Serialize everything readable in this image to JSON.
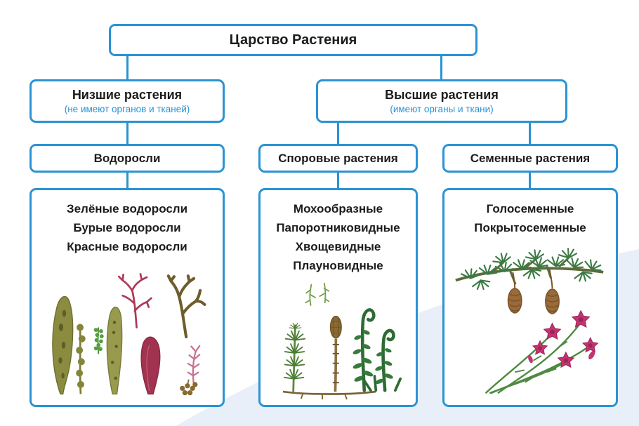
{
  "colors": {
    "accent": "#2a93d5",
    "text": "#1c1c1c",
    "wave": "#e9eff8"
  },
  "diagram": {
    "root": {
      "label": "Царство Растения"
    },
    "branches": [
      {
        "label": "Низшие растения",
        "subtitle": "(не имеют органов и тканей)"
      },
      {
        "label": "Высшие растения",
        "subtitle": "(имеют органы и ткани)"
      }
    ],
    "categories": [
      {
        "label": "Водоросли"
      },
      {
        "label": "Споровые растения"
      },
      {
        "label": "Семенные растения"
      }
    ],
    "groups": [
      {
        "items": [
          "Зелёные водоросли",
          "Бурые водоросли",
          "Красные водоросли"
        ],
        "illustration": "algae-illustration"
      },
      {
        "items": [
          "Мохообразные",
          "Папоротниковидные",
          "Хвощевидные",
          "Плауновидные"
        ],
        "illustration": "spore-plants-illustration"
      },
      {
        "items": [
          "Голосеменные",
          "Покрытосеменные"
        ],
        "illustration": "seed-plants-illustration"
      }
    ]
  }
}
